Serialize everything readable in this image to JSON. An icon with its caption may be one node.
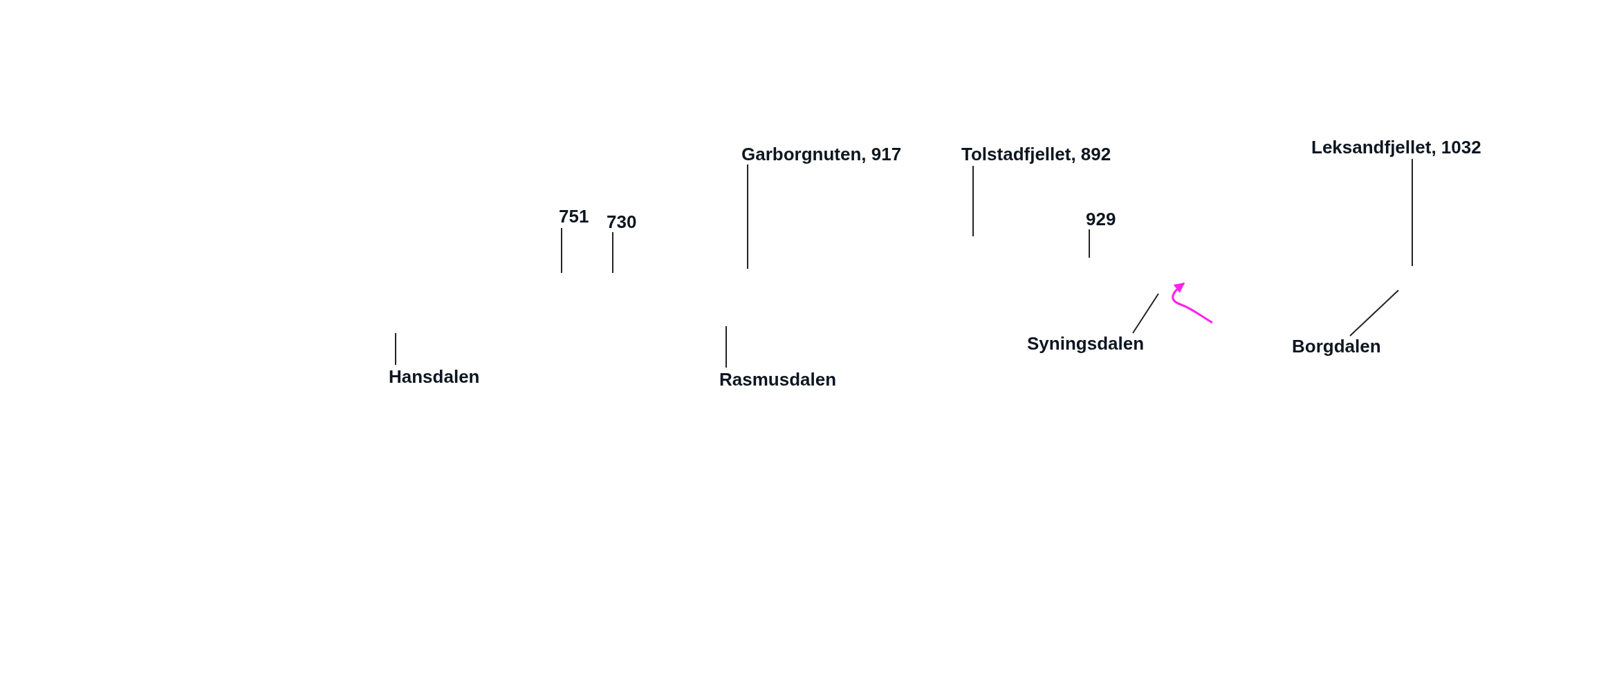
{
  "diagram": {
    "nodes": [
      {
        "text": [
          "Garborgnuten, 917"
        ]
      },
      {
        "text": [
          "Tolstadfjellet, 892"
        ]
      },
      {
        "text": [
          "Leksandfjellet, 1032"
        ]
      },
      {
        "text": [
          "751"
        ]
      },
      {
        "text": [
          "730"
        ]
      },
      {
        "text": [
          "929"
        ]
      },
      {
        "text": [
          "Hansdalen"
        ]
      },
      {
        "text": [
          "Rasmusdalen"
        ]
      },
      {
        "text": [
          "Syningsdalen"
        ]
      },
      {
        "text": [
          "Borgdalen"
        ]
      }
    ],
    "edges": [
      {
        "from": 0,
        "to": null,
        "arrow": "none"
      },
      {
        "from": 1,
        "to": null,
        "arrow": "none"
      },
      {
        "from": 2,
        "to": null,
        "arrow": "none"
      },
      {
        "from": 3,
        "to": null,
        "arrow": "none"
      },
      {
        "from": 4,
        "to": null,
        "arrow": "none"
      },
      {
        "from": 5,
        "to": null,
        "arrow": "none"
      },
      {
        "from": 6,
        "to": null,
        "arrow": "none"
      },
      {
        "from": 7,
        "to": null,
        "arrow": "none"
      },
      {
        "from": 8,
        "to": null,
        "arrow": "none"
      },
      {
        "from": 9,
        "to": null,
        "arrow": "none"
      }
    ]
  }
}
